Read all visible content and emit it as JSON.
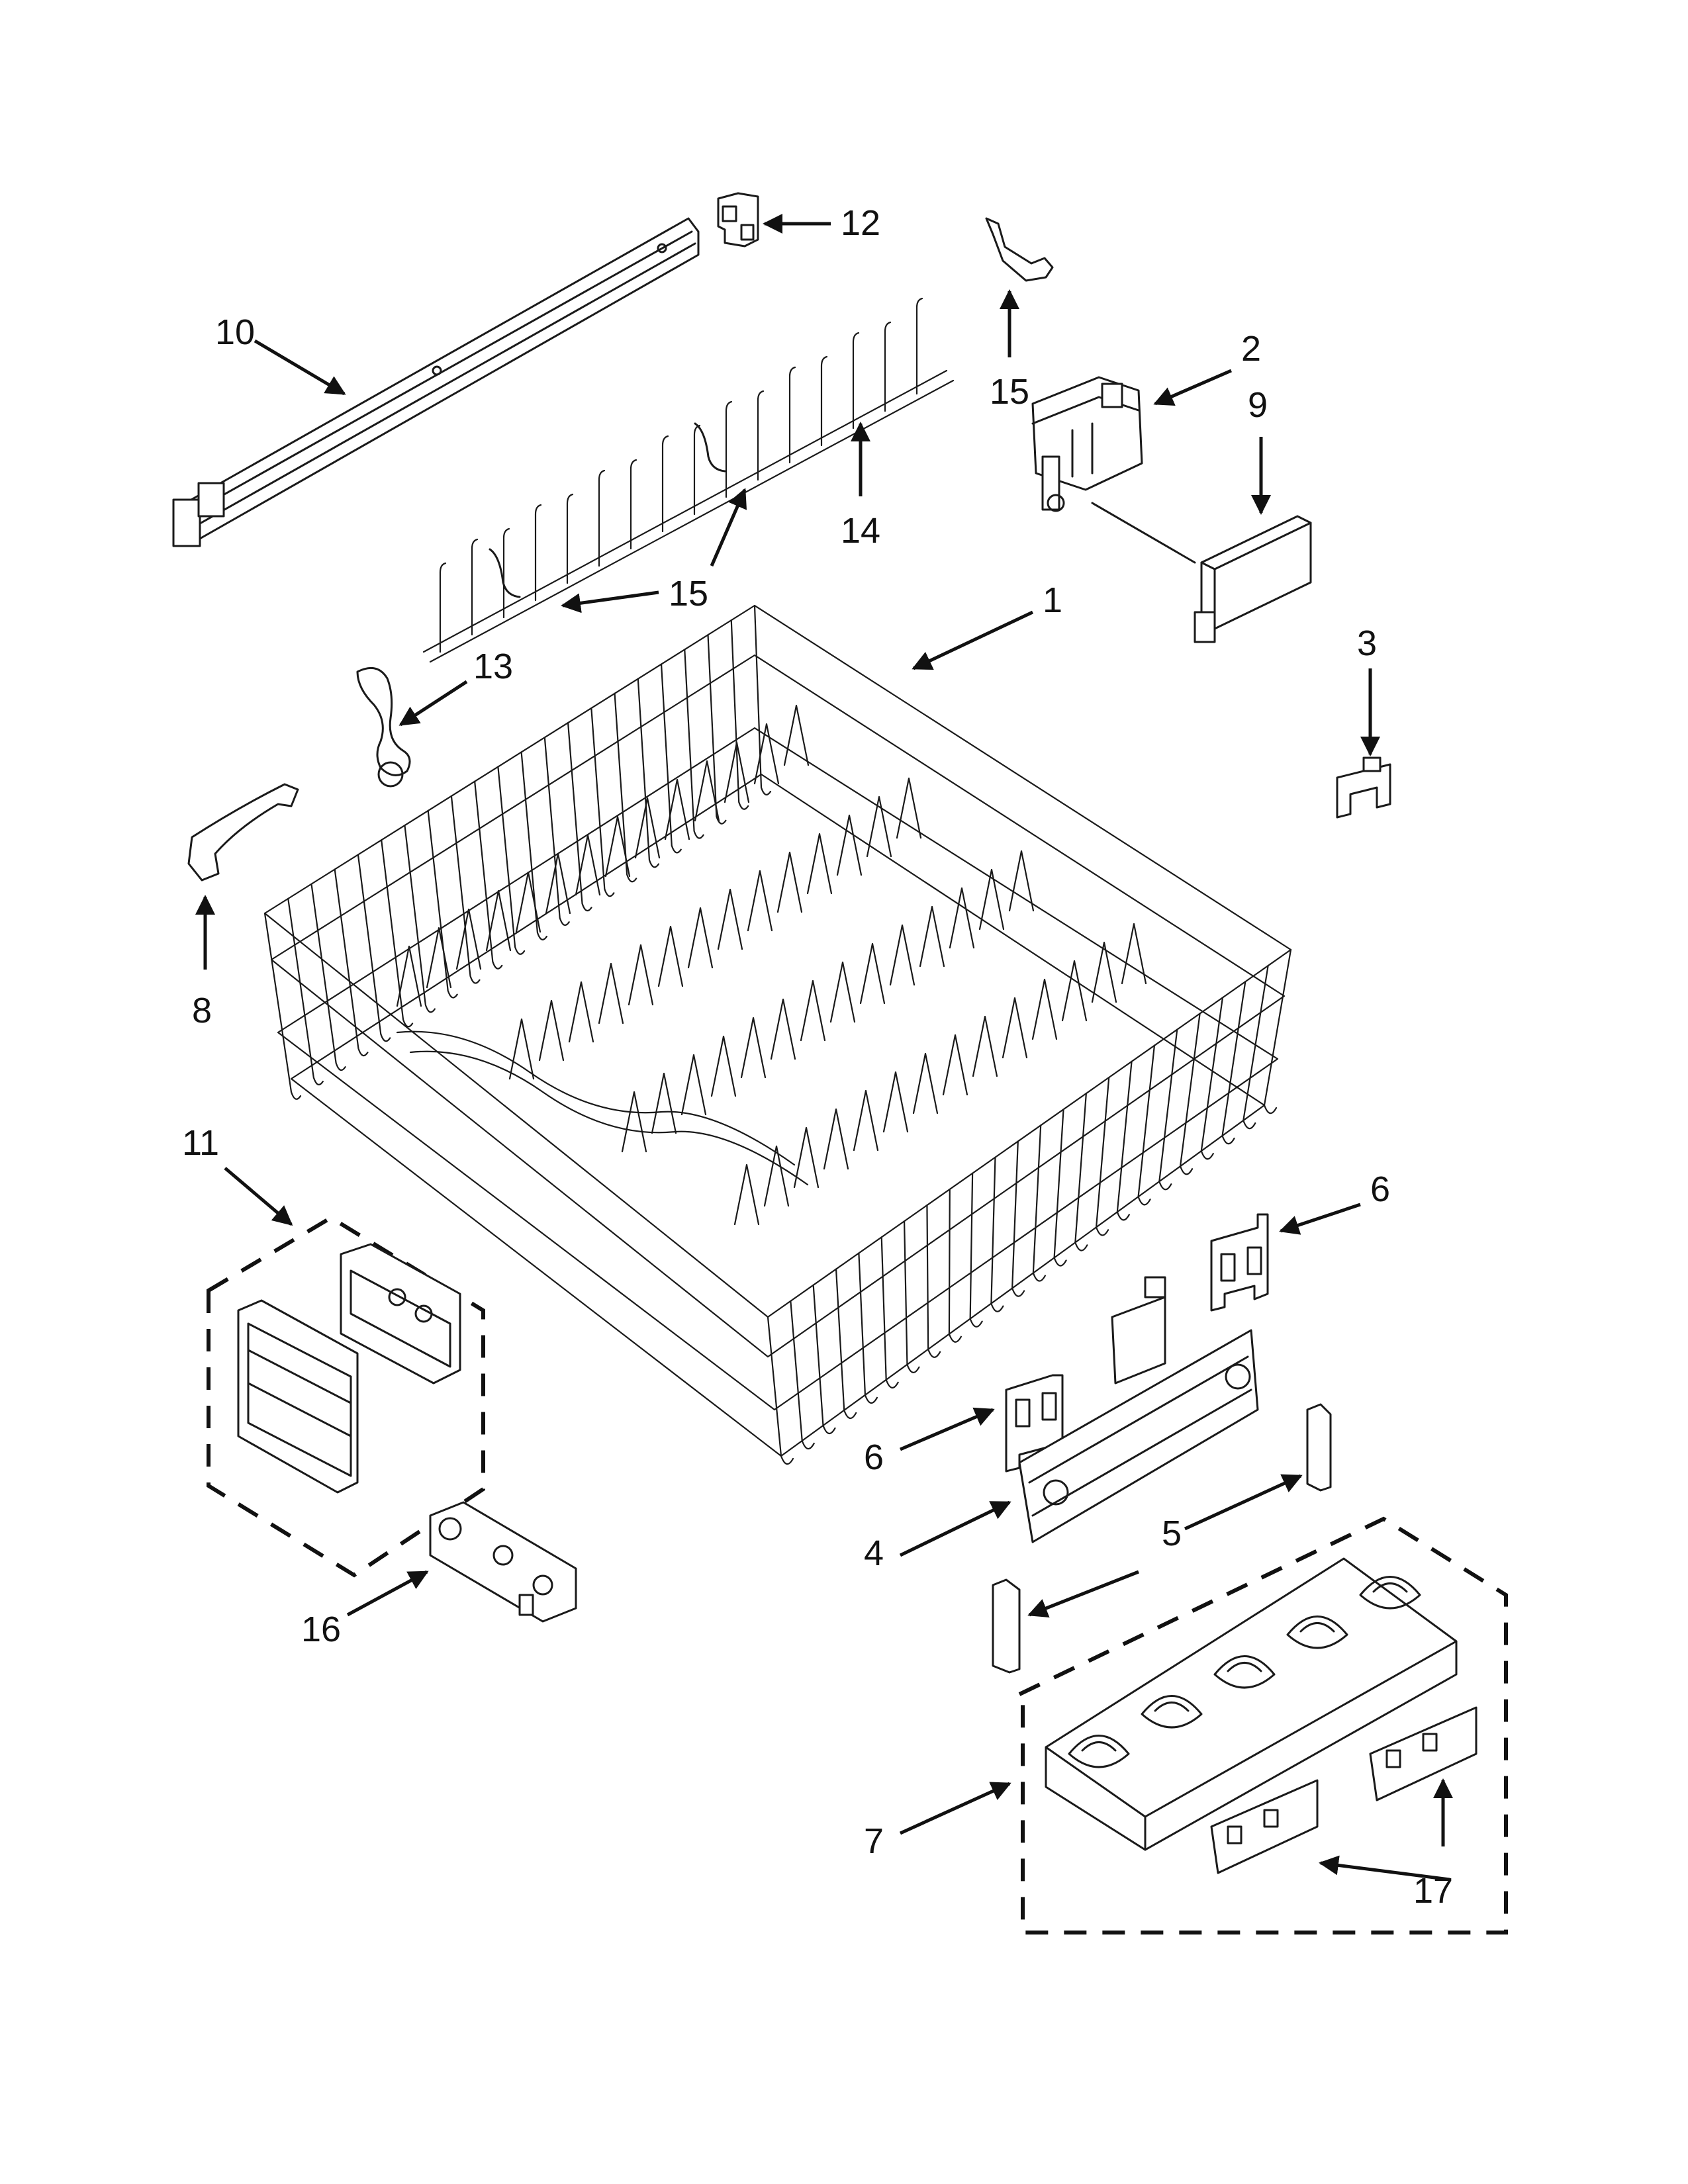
{
  "diagram": {
    "callouts": {
      "c1": "1",
      "c2": "2",
      "c3": "3",
      "c4": "4",
      "c5": "5",
      "c6a": "6",
      "c6b": "6",
      "c7": "7",
      "c8": "8",
      "c9": "9",
      "c10": "10",
      "c11": "11",
      "c12": "12",
      "c13": "13",
      "c14": "14",
      "c15a": "15",
      "c15b": "15",
      "c16": "16",
      "c17": "17"
    }
  }
}
